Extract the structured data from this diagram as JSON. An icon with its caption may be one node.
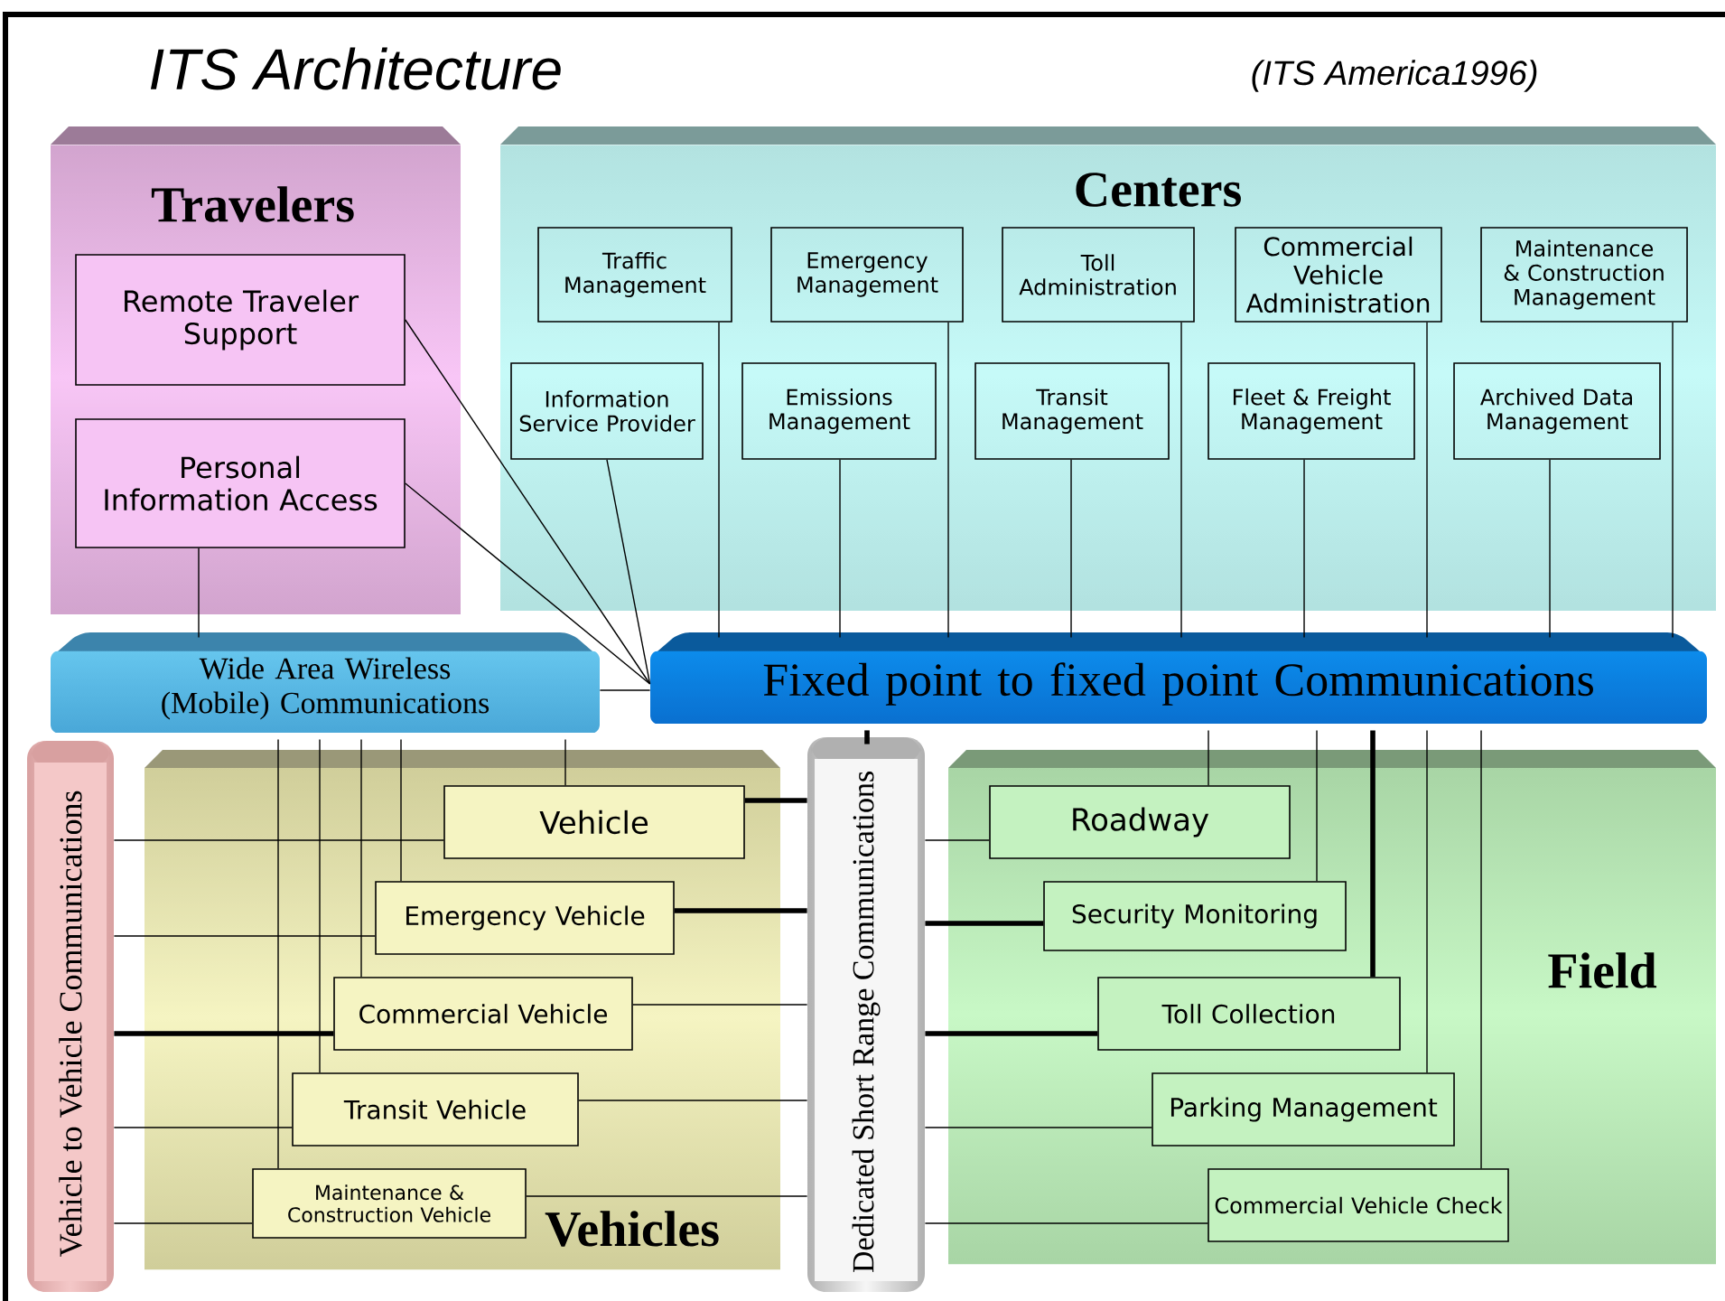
{
  "diagram": {
    "title": "ITS Architecture",
    "nodes": [
      {
        "text": [
          "Travelers"
        ]
      },
      {
        "text": [
          "Remote Traveler Support"
        ],
        "in": 0
      },
      {
        "text": [
          "Personal Information Access"
        ],
        "in": 0
      },
      {
        "text": [
          "Centers"
        ]
      },
      {
        "text": [
          "Traffic Management"
        ],
        "in": 3
      },
      {
        "text": [
          "Emergency Management"
        ],
        "in": 3
      },
      {
        "text": [
          "Toll Administration"
        ],
        "in": 3
      },
      {
        "text": [
          "Commercial Vehicle Administration"
        ],
        "in": 3
      },
      {
        "text": [
          "Maintenance & Construction Management"
        ],
        "in": 3
      },
      {
        "text": [
          "Information Service Provider"
        ],
        "in": 3
      },
      {
        "text": [
          "Emissions Management"
        ],
        "in": 3
      },
      {
        "text": [
          "Transit Management"
        ],
        "in": 3
      },
      {
        "text": [
          "Fleet & Freight Management"
        ],
        "in": 3
      },
      {
        "text": [
          "Archived Data Management"
        ],
        "in": 3
      },
      {
        "text": [
          "Wide Area Wireless (Mobile) Communications"
        ]
      },
      {
        "text": [
          "Fixed point to fixed point Communications"
        ]
      },
      {
        "text": [
          "Vehicle to Vehicle Communications"
        ]
      },
      {
        "text": [
          "Vehicles"
        ]
      },
      {
        "text": [
          "Vehicle"
        ],
        "in": 17
      },
      {
        "text": [
          "Emergency Vehicle"
        ],
        "in": 17
      },
      {
        "text": [
          "Commercial Vehicle"
        ],
        "in": 17
      },
      {
        "text": [
          "Transit Vehicle"
        ],
        "in": 17
      },
      {
        "text": [
          "Maintenance & Construction Vehicle"
        ],
        "in": 17
      },
      {
        "text": [
          "Dedicated Short Range Communications"
        ]
      },
      {
        "text": [
          "Field"
        ]
      },
      {
        "text": [
          "Roadway"
        ],
        "in": 24
      },
      {
        "text": [
          "Security Monitoring"
        ],
        "in": 24
      },
      {
        "text": [
          "Toll Collection"
        ],
        "in": 24
      },
      {
        "text": [
          "Parking  Management"
        ],
        "in": 24
      },
      {
        "text": [
          "Commercial Vehicle Check"
        ],
        "in": 24
      }
    ],
    "edges": [
      {
        "from": 1,
        "to": 15,
        "arrow": "none"
      },
      {
        "from": 2,
        "to": 15,
        "arrow": "none"
      },
      {
        "from": 2,
        "to": 14,
        "arrow": "none"
      },
      {
        "from": 9,
        "to": 15,
        "arrow": "none"
      },
      {
        "from": 4,
        "to": 15,
        "arrow": "none"
      },
      {
        "from": 10,
        "to": 15,
        "arrow": "none"
      },
      {
        "from": 5,
        "to": 15,
        "arrow": "none"
      },
      {
        "from": 11,
        "to": 15,
        "arrow": "none"
      },
      {
        "from": 6,
        "to": 15,
        "arrow": "none"
      },
      {
        "from": 12,
        "to": 15,
        "arrow": "none"
      },
      {
        "from": 7,
        "to": 15,
        "arrow": "none"
      },
      {
        "from": 13,
        "to": 15,
        "arrow": "none"
      },
      {
        "from": 8,
        "to": 15,
        "arrow": "none"
      },
      {
        "from": 14,
        "to": 15,
        "arrow": "none"
      },
      {
        "from": 14,
        "to": 22,
        "arrow": "none"
      },
      {
        "from": 14,
        "to": 21,
        "arrow": "none"
      },
      {
        "from": 14,
        "to": 20,
        "arrow": "none"
      },
      {
        "from": 14,
        "to": 19,
        "arrow": "none"
      },
      {
        "from": 14,
        "to": 18,
        "arrow": "none"
      },
      {
        "from": 15,
        "to": 23,
        "arrow": "none",
        "style": "thick"
      },
      {
        "from": 15,
        "to": 25,
        "arrow": "none"
      },
      {
        "from": 15,
        "to": 26,
        "arrow": "none"
      },
      {
        "from": 15,
        "to": 27,
        "arrow": "none",
        "style": "thick"
      },
      {
        "from": 15,
        "to": 28,
        "arrow": "none"
      },
      {
        "from": 15,
        "to": 29,
        "arrow": "none"
      },
      {
        "from": 16,
        "to": 18,
        "arrow": "none"
      },
      {
        "from": 16,
        "to": 19,
        "arrow": "none"
      },
      {
        "from": 16,
        "to": 20,
        "arrow": "none",
        "style": "thick"
      },
      {
        "from": 16,
        "to": 21,
        "arrow": "none"
      },
      {
        "from": 16,
        "to": 22,
        "arrow": "none"
      },
      {
        "from": 18,
        "to": 23,
        "arrow": "none",
        "style": "thick"
      },
      {
        "from": 19,
        "to": 23,
        "arrow": "none",
        "style": "thick"
      },
      {
        "from": 20,
        "to": 23,
        "arrow": "none"
      },
      {
        "from": 21,
        "to": 23,
        "arrow": "none"
      },
      {
        "from": 22,
        "to": 23,
        "arrow": "none"
      },
      {
        "from": 23,
        "to": 25,
        "arrow": "none"
      },
      {
        "from": 23,
        "to": 26,
        "arrow": "none",
        "style": "thick"
      },
      {
        "from": 23,
        "to": 27,
        "arrow": "none",
        "style": "thick"
      },
      {
        "from": 23,
        "to": 28,
        "arrow": "none"
      },
      {
        "from": 23,
        "to": 29,
        "arrow": "none"
      }
    ],
    "labels": [
      "(ITS  America1996)"
    ]
  }
}
